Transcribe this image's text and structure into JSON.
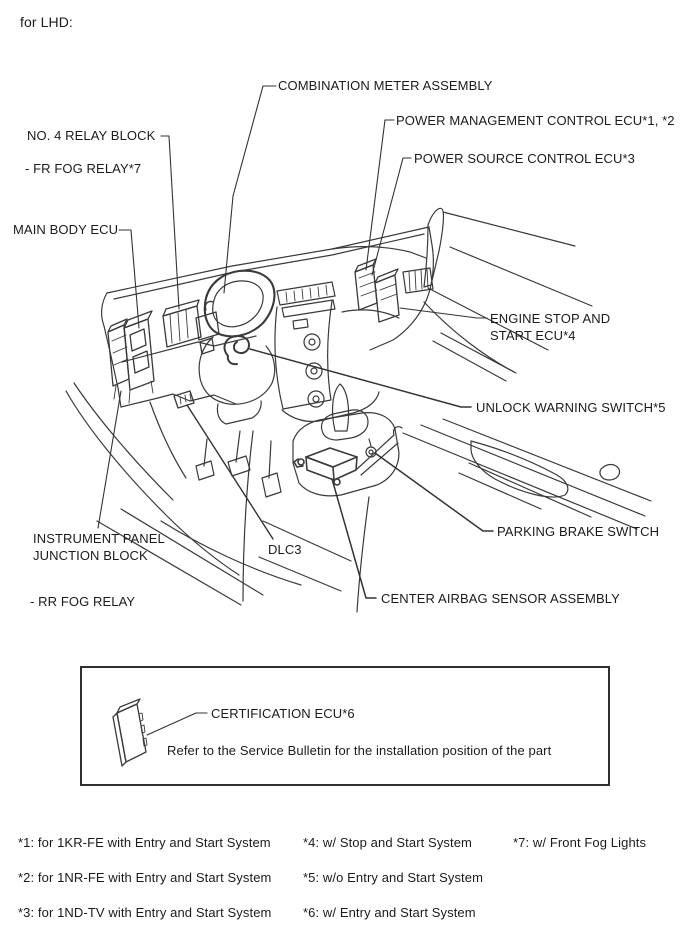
{
  "page_title": "for LHD:",
  "diagram": {
    "labels": {
      "combination_meter_assembly": "COMBINATION METER ASSEMBLY",
      "no4_relay_block": "NO. 4 RELAY BLOCK",
      "fr_fog_relay": "- FR FOG RELAY*7",
      "main_body_ecu": "MAIN BODY ECU",
      "power_management_control_ecu": "POWER MANAGEMENT CONTROL ECU*1, *2",
      "power_source_control_ecu": "POWER SOURCE CONTROL ECU*3",
      "engine_stop_and_start_ecu": "ENGINE STOP AND\nSTART ECU*4",
      "unlock_warning_switch": "UNLOCK WARNING SWITCH*5",
      "parking_brake_switch": "PARKING BRAKE SWITCH",
      "center_airbag_sensor_assembly": "CENTER AIRBAG SENSOR ASSEMBLY",
      "instrument_panel_junction_block": "INSTRUMENT PANEL\nJUNCTION BLOCK",
      "rr_fog_relay": "- RR FOG RELAY",
      "dlc3": "DLC3"
    },
    "inset": {
      "certification_ecu": "CERTIFICATION ECU*6",
      "note": "Refer to the Service Bulletin for the installation position of the part"
    },
    "footnotes": [
      "*1: for 1KR-FE with Entry and Start System",
      "*2: for 1NR-FE with Entry and Start System",
      "*3: for 1ND-TV with Entry and Start System",
      "*4: w/ Stop and Start System",
      "*5: w/o Entry and Start System",
      "*6: w/ Entry and Start System",
      "*7: w/ Front Fog Lights"
    ],
    "colors": {
      "line": "#3a3a3a",
      "text": "#1b1b1b",
      "background": "#ffffff"
    }
  }
}
